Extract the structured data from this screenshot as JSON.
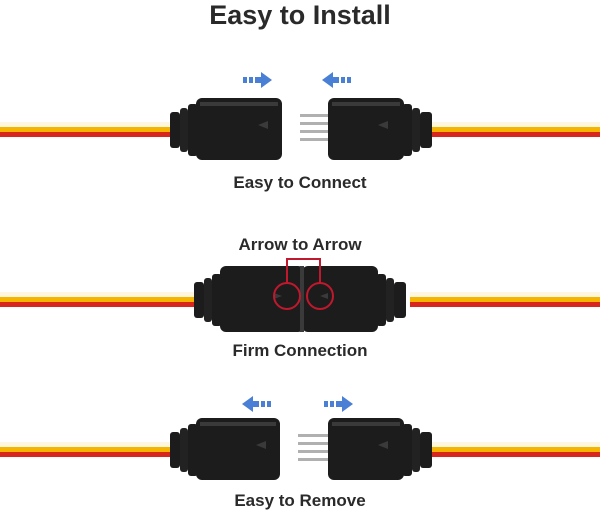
{
  "title": "Easy to Install",
  "captions": {
    "connect": "Easy to Connect",
    "arrow_to_arrow": "Arrow to Arrow",
    "firm": "Firm Connection",
    "remove": "Easy to Remove"
  },
  "colors": {
    "wire_yellow": "#f4b400",
    "wire_red": "#d8261e",
    "wire_white": "#fff6e0",
    "connector": "#1c1c1c",
    "connector_edge": "#3a3a3a",
    "pins": "#b0b0b0",
    "arrow": "#4a7fd6",
    "highlight": "#c0182c"
  }
}
